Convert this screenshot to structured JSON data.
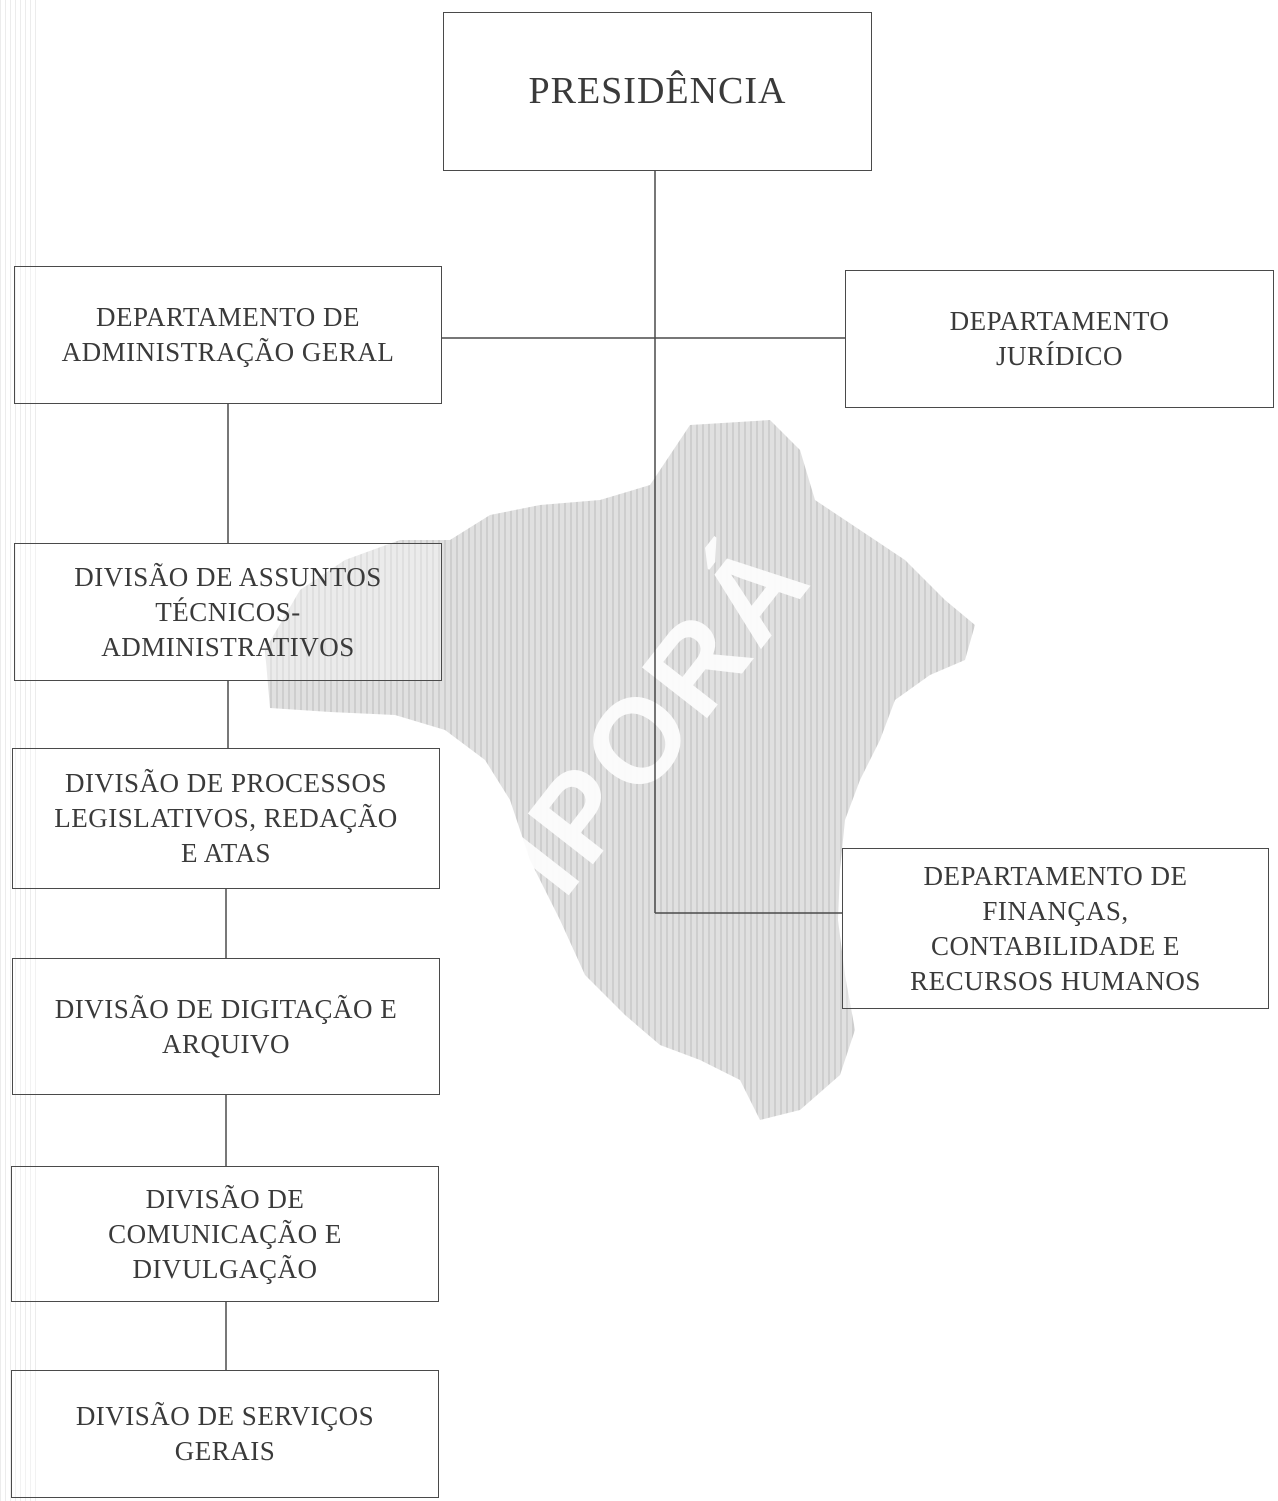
{
  "org_chart": {
    "presidencia": "PRESIDÊNCIA",
    "dept_administracao": "DEPARTAMENTO DE\nADMINISTRAÇÃO GERAL",
    "dept_juridico": "DEPARTAMENTO\nJURÍDICO",
    "dept_financas": "DEPARTAMENTO DE\nFINANÇAS,\nCONTABILIDADE E\nRECURSOS HUMANOS",
    "div_assuntos": "DIVISÃO DE ASSUNTOS\nTÉCNICOS-\nADMINISTRATIVOS",
    "div_processos": "DIVISÃO DE PROCESSOS\nLEGISLATIVOS, REDAÇÃO\nE ATAS",
    "div_digitacao": "DIVISÃO DE DIGITAÇÃO E\nARQUIVO",
    "div_comunicacao": "DIVISÃO DE\nCOMUNICAÇÃO E\nDIVULGAÇÃO",
    "div_servicos": "DIVISÃO DE SERVIÇOS\nGERAIS"
  },
  "watermark": {
    "text": "IPORÁ",
    "color": "#bdbdbd"
  }
}
